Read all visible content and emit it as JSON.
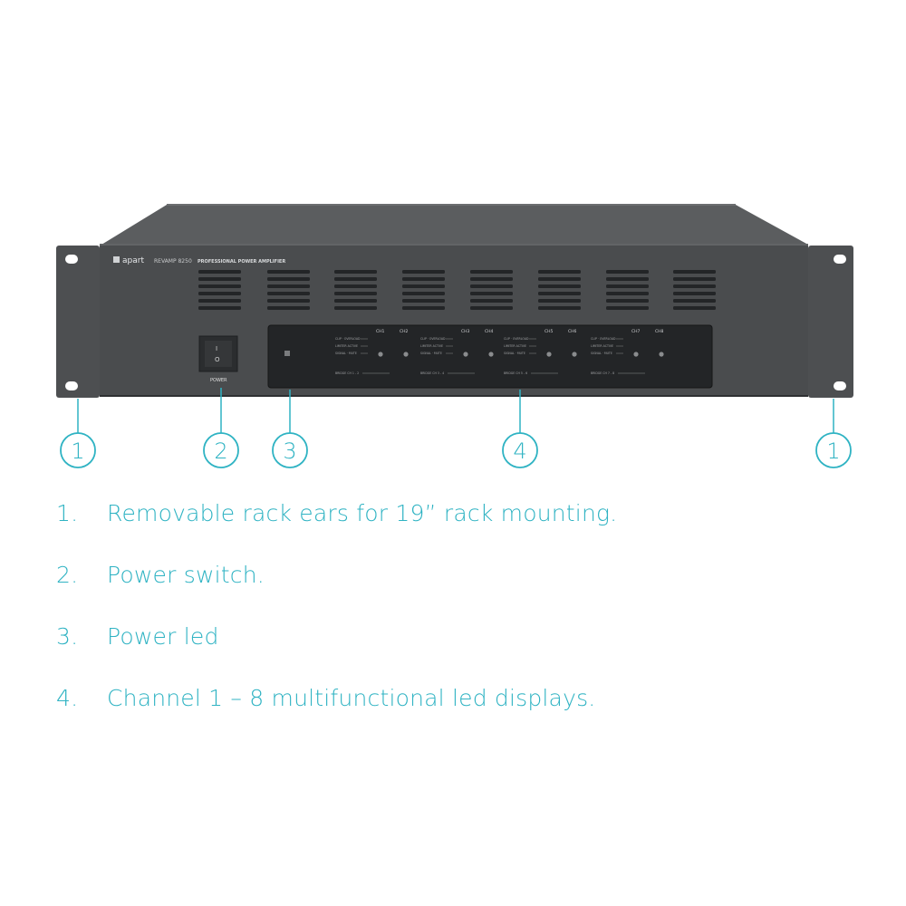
{
  "colors": {
    "accent": "#2fb3c3",
    "chassis": "#4a4c4e",
    "chassis_dark": "#3a3c3e",
    "top_panel": "#5a5c5e",
    "display_panel": "#222426"
  },
  "device": {
    "brand": "apart",
    "model": "REVAMP 8250",
    "subtitle": "PROFESSIONAL POWER AMPLIFIER",
    "power_label": "POWER",
    "power_switch_symbols": [
      "I",
      "O"
    ],
    "channel_labels": [
      "CH1",
      "CH2",
      "CH3",
      "CH4",
      "CH5",
      "CH6",
      "CH7",
      "CH8"
    ],
    "status_labels": [
      "CLIP · OVERLOAD",
      "LIMITER ACTIVE",
      "SIGNAL · MUTE"
    ],
    "bridge_labels": [
      "BRIDGE CH 1 - 2",
      "BRIDGE CH 3 - 4",
      "BRIDGE CH 5 - 6",
      "BRIDGE CH 7 - 8"
    ]
  },
  "callouts": [
    {
      "number": "1",
      "target": "rack-ear-left"
    },
    {
      "number": "2",
      "target": "power-switch"
    },
    {
      "number": "3",
      "target": "power-led"
    },
    {
      "number": "4",
      "target": "led-displays"
    },
    {
      "number": "1",
      "target": "rack-ear-right"
    }
  ],
  "legend": [
    {
      "number": "1.",
      "text": "Removable rack ears for 19” rack mounting."
    },
    {
      "number": "2.",
      "text": "Power switch."
    },
    {
      "number": "3.",
      "text": "Power led"
    },
    {
      "number": "4.",
      "text": "Channel 1 – 8 multifunctional led displays."
    }
  ]
}
